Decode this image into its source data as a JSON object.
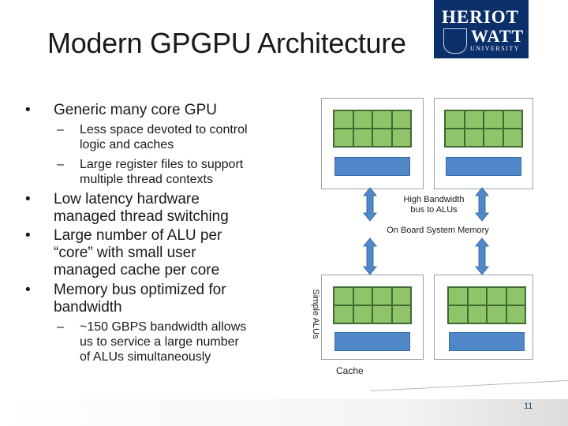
{
  "slide": {
    "title": "Modern GPGPU Architecture",
    "page_number": "11"
  },
  "logo": {
    "line1": "HERIOT",
    "line2": "WATT",
    "line3": "UNIVERSITY"
  },
  "bullets": [
    {
      "text_lines": [
        "Generic many core GPU"
      ],
      "sub": [
        {
          "lines": [
            "Less space devoted to control",
            "logic and caches"
          ]
        },
        {
          "lines": [
            "Large register files to support",
            "multiple thread contexts"
          ]
        }
      ]
    },
    {
      "text_lines": [
        "Low latency hardware",
        "managed thread switching"
      ]
    },
    {
      "text_lines": [
        "Large number of ALU per",
        "“core” with small user",
        "managed cache per core"
      ]
    },
    {
      "text_lines": [
        "Memory bus optimized for",
        "bandwidth"
      ],
      "sub": [
        {
          "lines": [
            "~150 GBPS bandwidth allows",
            "us to service a large number",
            "of ALUs simultaneously"
          ]
        }
      ]
    }
  ],
  "diagram": {
    "label_high_bandwidth": [
      "High Bandwidth",
      "bus to ALUs"
    ],
    "label_memory": "On Board System Memory",
    "label_simple_alus": "Simple ALUs",
    "label_cache": "Cache",
    "colors": {
      "alu_fill": "#8fc46a",
      "alu_border": "#3f6b33",
      "blue": "#4f87c8",
      "arrow": "#4f87c8"
    }
  }
}
